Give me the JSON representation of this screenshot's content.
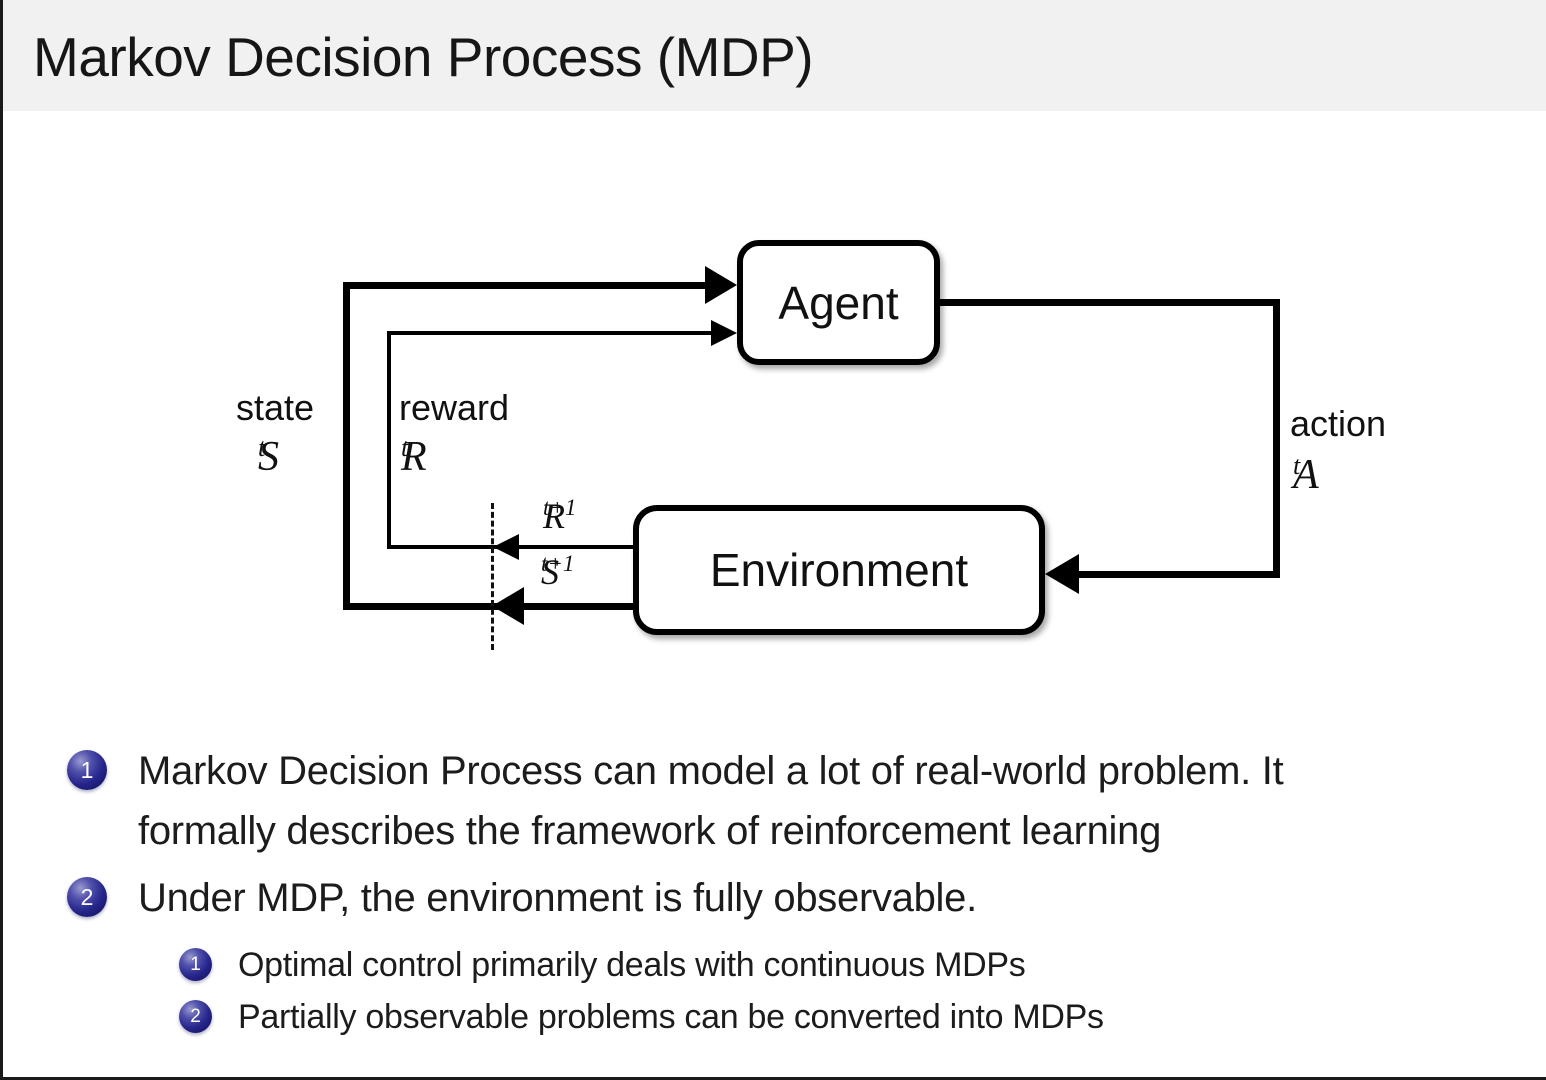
{
  "slide": {
    "title": "Markov Decision Process (MDP)"
  },
  "diagram": {
    "agent_label": "Agent",
    "environment_label": "Environment",
    "state_label": "state",
    "state_symbol": "S",
    "state_sub": "t",
    "reward_label": "reward",
    "reward_symbol": "R",
    "reward_sub": "t",
    "action_label": "action",
    "action_symbol": "A",
    "action_sub": "t",
    "next_reward_symbol": "R",
    "next_reward_sub": "t+1",
    "next_state_symbol": "S",
    "next_state_sub": "t+1"
  },
  "bullets": [
    {
      "number": "1",
      "lines": [
        "Markov Decision Process can model a lot of real-world problem. It",
        "formally describes the framework of reinforcement learning"
      ]
    },
    {
      "number": "2",
      "lines": [
        "Under MDP, the environment is fully observable."
      ],
      "sub_items": [
        {
          "number": "1",
          "text": "Optimal control primarily deals with continuous MDPs"
        },
        {
          "number": "2",
          "text": "Partially observable problems can be converted into MDPs"
        }
      ]
    }
  ],
  "colors": {
    "title_band_bg": "#f1f1f1",
    "ball_navy": "#26268c",
    "line_black": "#000000",
    "text_color": "#1c1c1c"
  }
}
